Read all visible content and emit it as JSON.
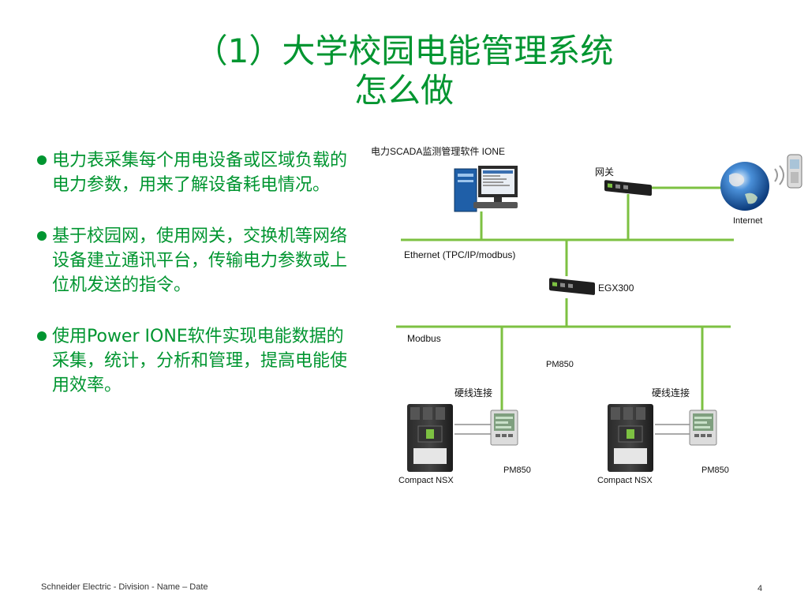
{
  "title": {
    "line1": "（1）大学校园电能管理系统",
    "line2": "怎么做"
  },
  "bullets": [
    {
      "text": "电力表采集每个用电设备或区域负载的电力参数，用来了解设备耗电情况。"
    },
    {
      "text": "基于校园网，使用网关，交换机等网络设备建立通讯平台，传输电力参数或上位机发送的指令。"
    },
    {
      "text": "使用Power IONE软件实现电能数据的采集，统计，分析和管理，提高电能使用效率。"
    }
  ],
  "diagram": {
    "software_label": "电力SCADA监测管理软件 IONE",
    "gateway_label": "网关",
    "internet_label": "Internet",
    "ethernet_label": "Ethernet (TPC/IP/modbus)",
    "egx_label": "EGX300",
    "modbus_label": "Modbus",
    "pm850_top_label": "PM850",
    "hardwire_left_label": "硬线连接",
    "hardwire_right_label": "硬线连接",
    "breaker_left_label": "Compact NSX",
    "meter_left_label": "PM850",
    "breaker_right_label": "Compact NSX",
    "meter_right_label": "PM850"
  },
  "footer": {
    "left": "Schneider Electric - Division - Name – Date",
    "page": "4"
  },
  "colors": {
    "accent_green": "#009530",
    "line_green": "#7dc142"
  }
}
